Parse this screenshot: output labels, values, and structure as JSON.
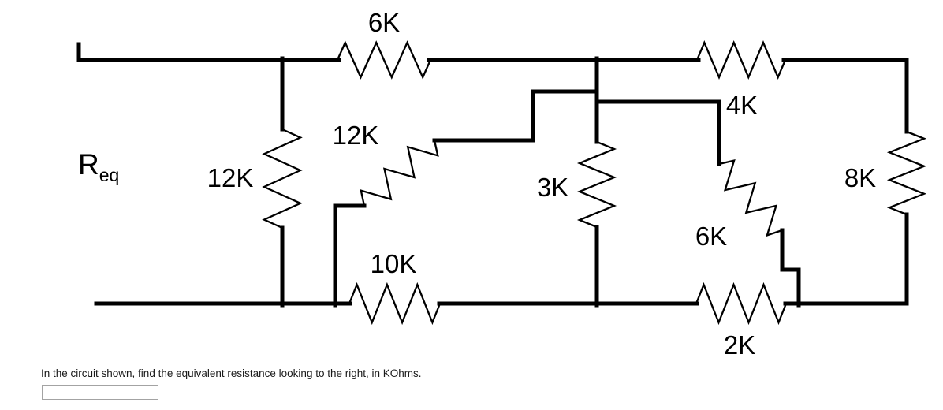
{
  "colors": {
    "line": "#000000",
    "label_text": "#000000",
    "question_text": "#1a1a1a",
    "input_border": "#a3a3a3",
    "background": "#ffffff"
  },
  "circuit": {
    "source_label": {
      "base": "R",
      "subscript": "eq"
    },
    "resistors": {
      "r6k_top": "6K",
      "r12k_left": "12K",
      "r12k_diag": "12K",
      "r3k": "3K",
      "r4k_top": "4K",
      "r6k_diag": "6K",
      "r8k": "8K",
      "r10k": "10K",
      "r2k": "2K"
    }
  },
  "question": {
    "prompt": "In the circuit shown, find the equivalent resistance looking to the right, in KOhms.",
    "answer_value": ""
  }
}
